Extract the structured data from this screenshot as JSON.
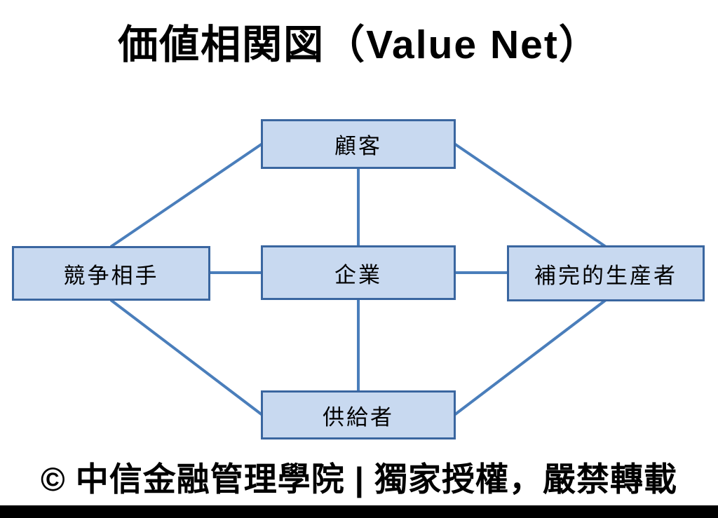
{
  "title": "価値相関図（Value Net）",
  "diagram": {
    "nodes": {
      "customer": {
        "label": "顧客"
      },
      "competitor": {
        "label": "競争相手"
      },
      "company": {
        "label": "企業"
      },
      "complementor": {
        "label": "補完的生産者"
      },
      "supplier": {
        "label": "供給者"
      }
    },
    "edges": [
      "customer-company",
      "company-supplier",
      "competitor-company",
      "company-complementor",
      "competitor-customer",
      "customer-complementor",
      "competitor-supplier",
      "complementor-supplier"
    ],
    "colors": {
      "node_fill": "#c8d9f0",
      "node_border": "#3a66a0",
      "connector": "#4a7ebb"
    }
  },
  "footer": {
    "text": "© 中信金融管理學院 | 獨家授權，嚴禁轉載"
  }
}
